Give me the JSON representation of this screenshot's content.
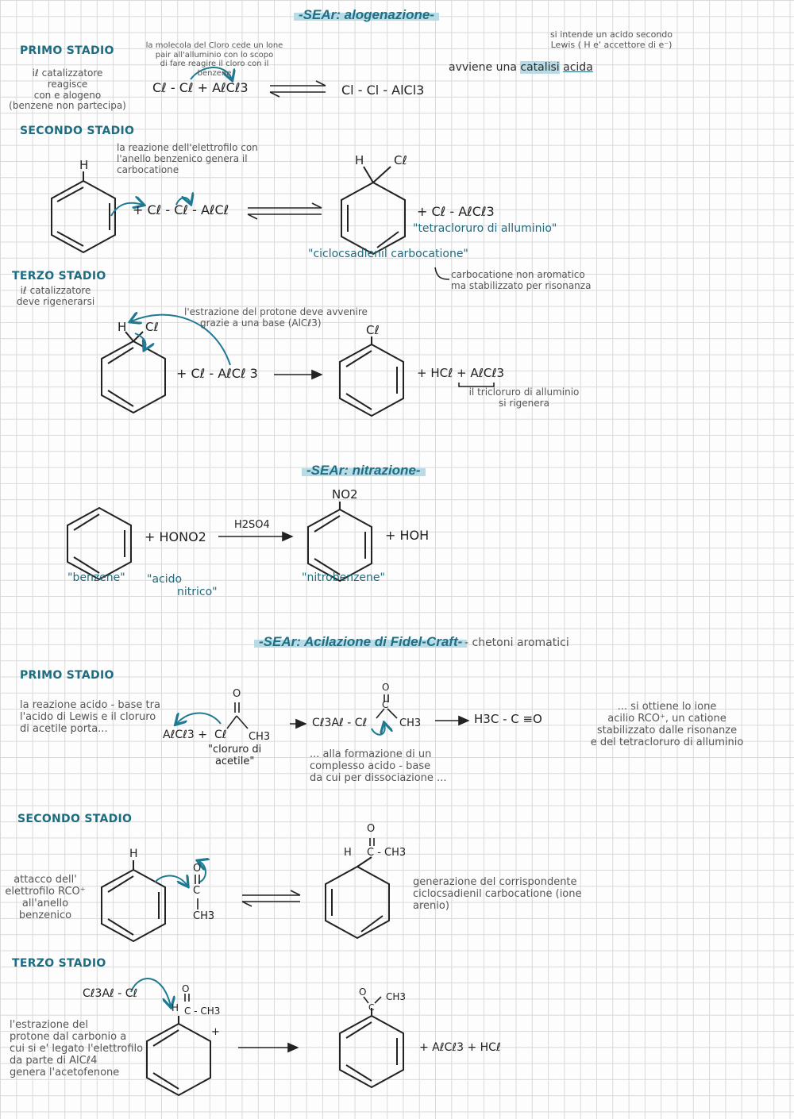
{
  "halogenation": {
    "title": "-SEAr: alogenazione-",
    "stage1": {
      "label": "PRIMO STADIO",
      "note": [
        "iℓ catalizzatore",
        "reagisce",
        "con e alogeno",
        "(benzene non partecipa)"
      ],
      "top_note": [
        "la molecola del Cloro cede un lone",
        "pair all'alluminio con lo scopo",
        "di fare reagire il cloro con il",
        "benzene"
      ],
      "reactants": "Cℓ - Cℓ   + AℓCℓ3",
      "product": "Cl - Cl - AlCl3",
      "lewis_note": [
        "si intende un acido secondo",
        "Lewis ( H e' accettore di e⁻)"
      ],
      "catalysis": "avviene una catalisi acida",
      "catalysis_pre": "avviene una ",
      "catalysis_word": "catalisi",
      "catalysis_acid": "acida"
    },
    "stage2": {
      "label": "SECONDO STADIO",
      "note": [
        "la reazione dell'elettrofilo con",
        "l'anello benzenico genera il",
        "carbocatione"
      ],
      "reagent": "+ Cℓ - Cℓ - AℓCℓ",
      "h_label": "H",
      "h2_label": "H",
      "cl_label": "Cℓ",
      "product": "+ Cℓ - AℓCℓ3",
      "product_name": "\"tetracloruro di alluminio\"",
      "cation_name": "\"ciclocsadienil carbocatione\"",
      "cation_note": [
        "carbocatione non aromatico",
        "ma stabilizzato per risonanza"
      ]
    },
    "stage3": {
      "label": "TERZO STADIO",
      "note": [
        "iℓ catalizzatore",
        "deve rigenerarsi"
      ],
      "note2": [
        "l'estrazione del protone deve avvenire",
        "grazie a una base (AlCℓ3)"
      ],
      "h_label": "H",
      "cl_label": "Cℓ",
      "reagent": "+  Cℓ - AℓCℓ 3",
      "cl_label2": "Cℓ",
      "products": "+ HCℓ + AℓCℓ3",
      "regen_note": [
        "il tricloruro di alluminio",
        "si rigenera"
      ]
    }
  },
  "nitration": {
    "title": "-SEAr: nitrazione-",
    "reagent": "+ HONO2",
    "catalyst": "H2SO4",
    "no2": "NO2",
    "byproduct": "+ HOH",
    "benzene_label": "\"benzene\"",
    "acid_label_1": "\"acido",
    "acid_label_2": "nitrico\"",
    "product_label": "\"nitrobenzene\""
  },
  "acylation": {
    "title": "-SEAr: Acilazione di Fidel-Craft-",
    "subtitle": "- chetoni aromatici",
    "stage1": {
      "label": "PRIMO STADIO",
      "note": [
        "la reazione acido - base tra",
        "l'acido di Lewis e il cloruro",
        "di acetile porta..."
      ],
      "alcl3": "AℓCℓ3 +",
      "acyl_cl": "Cℓ",
      "acyl_ch3": "CH3",
      "acyl_o": "O",
      "acyl_name": [
        "\"cloruro di",
        "acetile\""
      ],
      "complex": "Cℓ3Aℓ - Cℓ",
      "complex_c": "C",
      "complex_ch3": "CH3",
      "complex_o": "O",
      "acylium": "H3C - C ≡O",
      "mid_note": [
        "... alla formazione di un",
        "complesso acido - base",
        "da cui per dissociazione ..."
      ],
      "right_note": [
        "... si ottiene lo ione",
        "acilio RCO⁺, un catione",
        "stabilizzato dalle risonanze",
        "e del tetracloruro di alluminio"
      ]
    },
    "stage2": {
      "label": "SECONDO STADIO",
      "note": [
        "attacco dell'",
        "elettrofilo RCO⁺",
        "all'anello",
        "benzenico"
      ],
      "h_label": "H",
      "o_label": "O",
      "c_label": "C",
      "ch3_label": "CH3",
      "prod_o": "O",
      "prod_h": "H",
      "prod_chain": "C - CH3",
      "right_note": [
        "generazione del corrispondente",
        "ciclocsadienil carbocatione (ione",
        "arenio)"
      ]
    },
    "stage3": {
      "label": "TERZO STADIO",
      "base": "Cℓ3Aℓ - Cℓ",
      "note": [
        "l'estrazione del",
        "protone dal carbonio a",
        "cui si e' legato l'elettrofilo",
        "da parte di AlCℓ4",
        "genera l'acetofenone"
      ],
      "h_label": "H",
      "c_chain": "C - CH3",
      "o_label": "O",
      "plus": "+",
      "prod_o": "O",
      "prod_ch3": "CH3",
      "prod_c": "C",
      "products": "+ AℓCℓ3 + HCℓ"
    }
  }
}
